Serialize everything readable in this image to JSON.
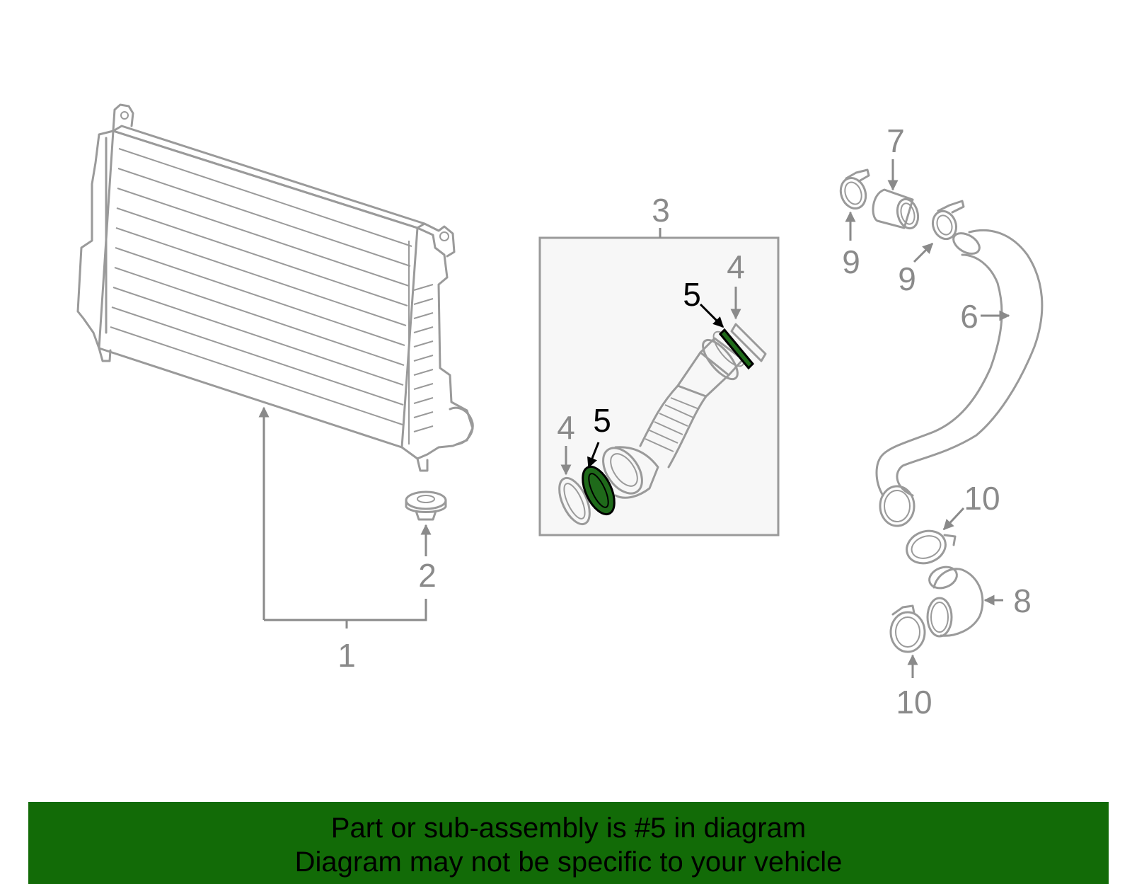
{
  "colors": {
    "highlight_part": "#1f6a1a",
    "banner_background": "#126b07",
    "line_art": "#9a9a9a",
    "callout_normal": "#8a8a8a",
    "callout_highlight": "#000000"
  },
  "callouts": {
    "c1": "1",
    "c2": "2",
    "c3": "3",
    "c4_top": "4",
    "c4_bottom": "4",
    "c5_top": "5",
    "c5_bottom": "5",
    "c6": "6",
    "c7": "7",
    "c8": "8",
    "c9_left": "9",
    "c9_right": "9",
    "c10_top": "10",
    "c10_bottom": "10"
  },
  "banner": {
    "line1": "Part or sub-assembly is #5 in diagram",
    "line2": "Diagram may not be specific to your vehicle"
  }
}
